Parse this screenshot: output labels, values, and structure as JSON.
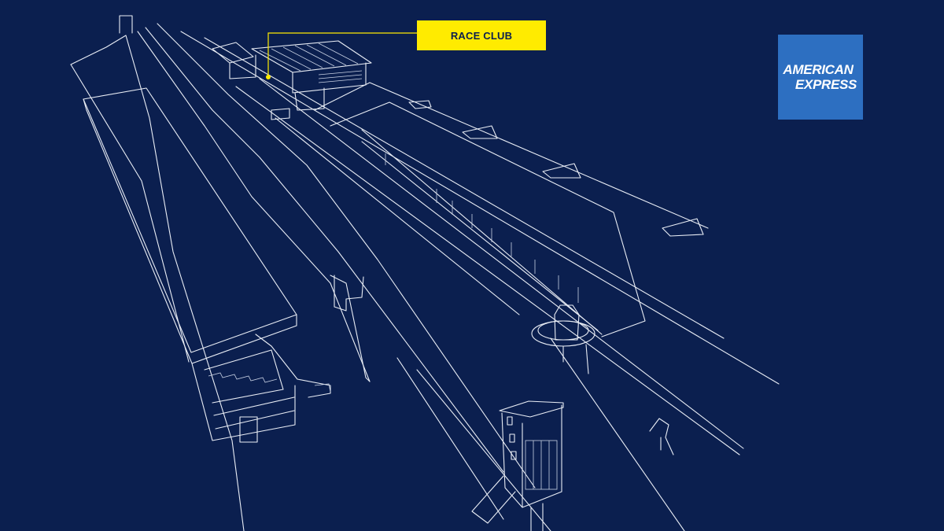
{
  "callout": {
    "label": "RACE CLUB"
  },
  "brand": {
    "line1": "AMERICAN",
    "line2": "EXPRESS"
  },
  "colors": {
    "background": "#0b1f4f",
    "line": "#e9edf5",
    "callout": "#ffeb00",
    "callout_text": "#0b1f4f",
    "logo": "#2d6fc1"
  }
}
